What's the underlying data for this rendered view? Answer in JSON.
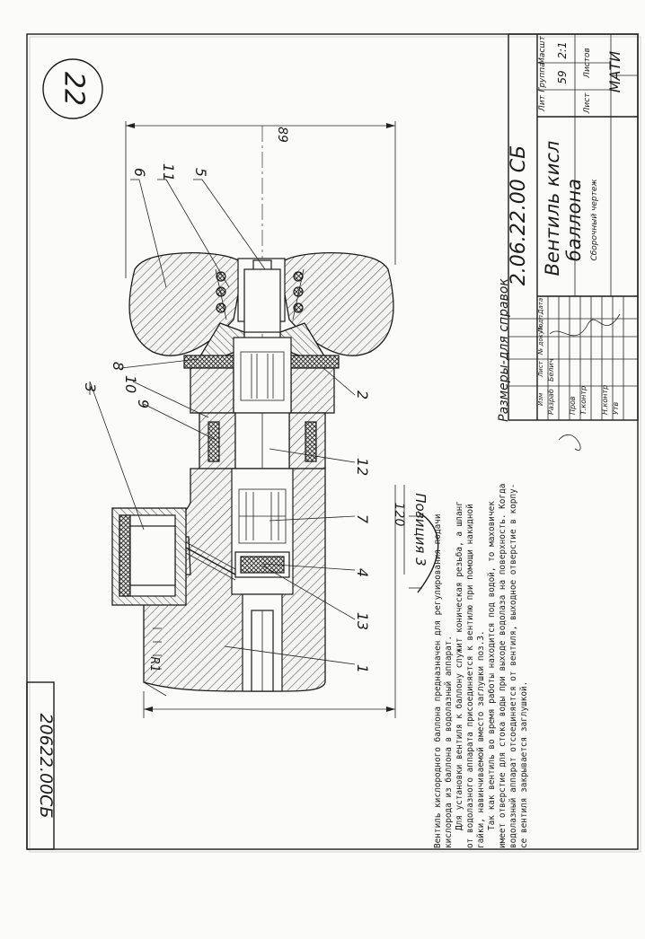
{
  "sheet": {
    "corner_stamp": "20622.00СБ",
    "sheet_no": "22"
  },
  "drawing": {
    "dimensions": {
      "d_top": "89",
      "d_bottom": "120",
      "radius": "R1"
    },
    "section_label": "Позиция 3",
    "sizes_note": "Размеры-для справок",
    "positions": [
      "1",
      "2",
      "3",
      "4",
      "5",
      "6",
      "7",
      "8",
      "9",
      "10",
      "11",
      "12",
      "13"
    ]
  },
  "notes": {
    "lines": [
      "Вентиль кислородного баллона предназначен для регулирования подачи",
      "кислорода из баллона в водолазный аппарат.",
      "Для установки вентиля к баллону служит коническая резьба, а шланг",
      "от водолазного аппарата присоединяется к вентилю при помощи накидной",
      "гайки, навинчиваемой вместо заглушки поз.3.",
      "Так как вентиль во время работы находится под водой, то маховичек",
      "имеет отверстие для стока воды при выходе водолаза на поверхность. Когда",
      "водолазный аппарат отсоединяется от вентиля, выходное отверстие в корпу-",
      "се вентиля закрывается заглушкой."
    ]
  },
  "title_block": {
    "designation": "2.06.22.00 СБ",
    "name_line1": "Вентиль кисл",
    "name_line2": "баллона",
    "doc_type": "Сборочный чертеж",
    "org": "МАТИ",
    "head_lit": "Лит",
    "head_mass": "Группа",
    "head_scale": "Масшт",
    "mass_value": "59",
    "scale_value": "2:1",
    "sheet_label": "Лист",
    "sheets_label": "Листов",
    "rows": [
      "Изм",
      "Лист",
      "№ докум",
      "Подп",
      "Дата"
    ],
    "roles": [
      "Разраб",
      "Пров",
      "Т.контр",
      "",
      "Н.контр",
      "Утв"
    ],
    "developer": "Белич"
  }
}
